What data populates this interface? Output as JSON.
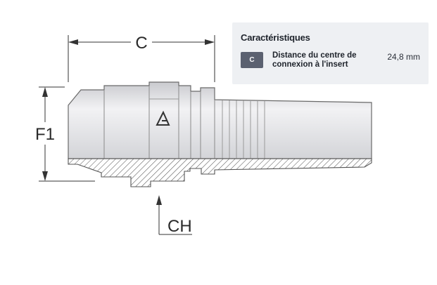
{
  "diagram": {
    "labels": {
      "c": "C",
      "f1": "F1",
      "ch": "CH"
    }
  },
  "specs": {
    "title": "Caractéristiques",
    "rows": [
      {
        "code": "C",
        "label": "Distance du centre de connexion à l'insert",
        "value": "24,8 mm"
      }
    ]
  },
  "colors": {
    "panel_bg": "#eef0f3",
    "badge_bg": "#5b6170",
    "body_fill": "#dcdde0",
    "outline": "#555555"
  }
}
